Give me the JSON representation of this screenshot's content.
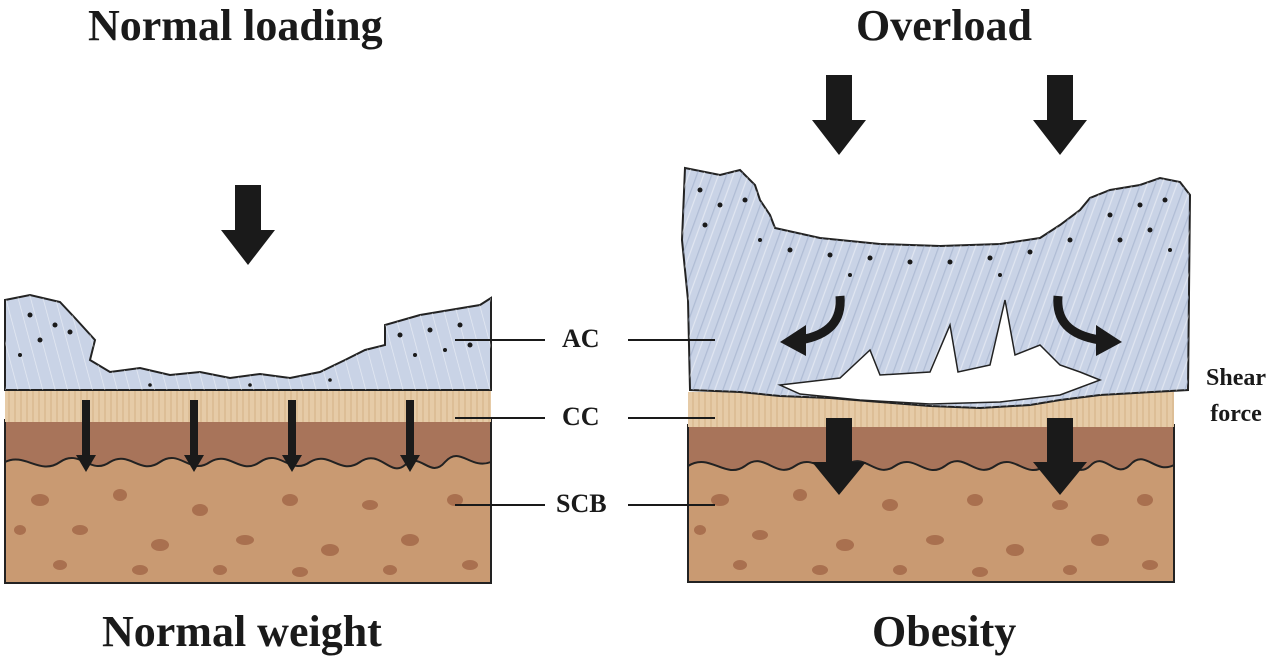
{
  "panels": {
    "left": {
      "top_title": "Normal loading",
      "bottom_title": "Normal weight"
    },
    "right": {
      "top_title": "Overload",
      "bottom_title": "Obesity"
    }
  },
  "layers": {
    "ac": "AC",
    "cc": "CC",
    "scb": "SCB"
  },
  "shear": {
    "line1": "Shear",
    "line2": "force"
  },
  "colors": {
    "cartilage": "#c9d3e6",
    "cartilage_dark": "#93a3c2",
    "calcified": "#e6cba7",
    "tidemark": "#a8745a",
    "bone": "#c99a72",
    "bone_pore": "#a9704f",
    "arrow": "#1a1a1a"
  }
}
